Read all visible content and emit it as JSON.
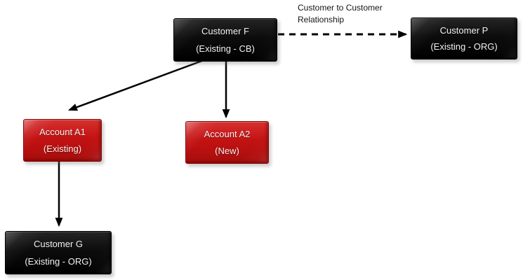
{
  "diagram": {
    "nodes": [
      {
        "id": "customer-f",
        "type": "customer",
        "title": "Customer F",
        "subtitle": "(Existing - CB)"
      },
      {
        "id": "customer-p",
        "type": "customer",
        "title": "Customer P",
        "subtitle": "(Existing - ORG)"
      },
      {
        "id": "account-a1",
        "type": "account",
        "title": "Account A1",
        "subtitle": "(Existing)"
      },
      {
        "id": "account-a2",
        "type": "account",
        "title": "Account A2",
        "subtitle": "(New)"
      },
      {
        "id": "customer-g",
        "type": "customer",
        "title": "Customer G",
        "subtitle": "(Existing - ORG)"
      }
    ],
    "edges": [
      {
        "from": "customer-f",
        "to": "account-a1",
        "style": "solid",
        "label": ""
      },
      {
        "from": "customer-f",
        "to": "account-a2",
        "style": "solid",
        "label": ""
      },
      {
        "from": "account-a1",
        "to": "customer-g",
        "style": "solid",
        "label": ""
      },
      {
        "from": "customer-f",
        "to": "customer-p",
        "style": "dashed",
        "label": "Customer to Customer Relationship"
      }
    ],
    "edge_label": "Customer to Customer Relationship",
    "colors": {
      "customer_box": "#0c0c0c",
      "account_box": "#c31212",
      "arrow": "#000000",
      "box_text": "#f2f2f2",
      "background": "#ffffff"
    }
  }
}
